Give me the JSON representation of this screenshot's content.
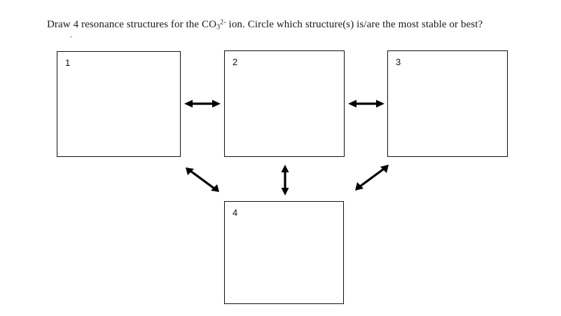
{
  "document": {
    "background_color": "#ffffff",
    "ink_color": "#111111",
    "prompt": {
      "lead": "Draw 4 resonance structures for the CO",
      "formula_subscript": "3",
      "formula_superscript": "2-",
      "tail": " ion. Circle which structure(s) is/are the most stable or best?",
      "full_text": "Draw 4 resonance structures for the CO3 2- ion. Circle which structure(s) is/are the most stable or best?"
    },
    "boxes": [
      {
        "label": "1",
        "name": "structure-box-1"
      },
      {
        "label": "2",
        "name": "structure-box-2"
      },
      {
        "label": "3",
        "name": "structure-box-3"
      },
      {
        "label": "4",
        "name": "structure-box-4"
      }
    ],
    "arrows": [
      {
        "name": "resonance-arrow-1-2",
        "direction": "horizontal",
        "style": "double-headed",
        "connects": "1-2"
      },
      {
        "name": "resonance-arrow-2-3",
        "direction": "horizontal",
        "style": "double-headed",
        "connects": "2-3"
      },
      {
        "name": "resonance-arrow-2-4",
        "direction": "vertical",
        "style": "double-headed",
        "connects": "2-4"
      },
      {
        "name": "resonance-arrow-1-4",
        "direction": "diagonal-down-right",
        "style": "double-headed",
        "connects": "1-4"
      },
      {
        "name": "resonance-arrow-3-4",
        "direction": "diagonal-up-right",
        "style": "double-headed",
        "connects": "4-3"
      }
    ]
  }
}
